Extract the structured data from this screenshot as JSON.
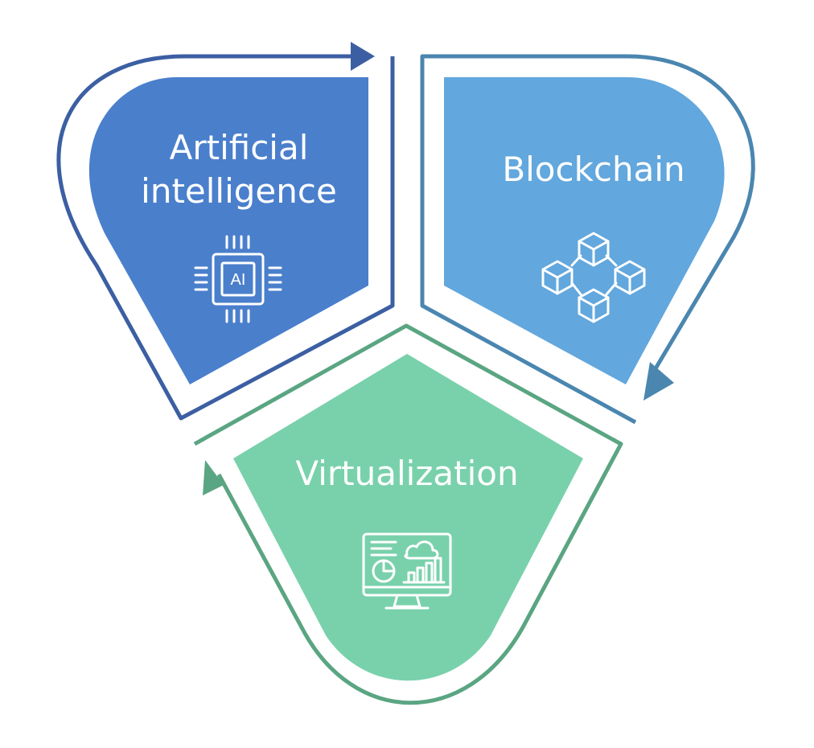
{
  "segments": {
    "ai": {
      "label_line1": "Artificial",
      "label_line2": "intelligence",
      "icon": "ai-chip-icon",
      "icon_text": "AI",
      "fill_color": "#4a7fcc",
      "outline_color": "#3c5fa3"
    },
    "blockchain": {
      "label": "Blockchain",
      "icon": "blockchain-cubes-icon",
      "fill_color": "#62a7dd",
      "outline_color": "#4a86b0"
    },
    "virtualization": {
      "label": "Virtualization",
      "icon": "monitor-dashboard-cloud-icon",
      "fill_color": "#79d1ab",
      "outline_color": "#5aa582"
    }
  }
}
